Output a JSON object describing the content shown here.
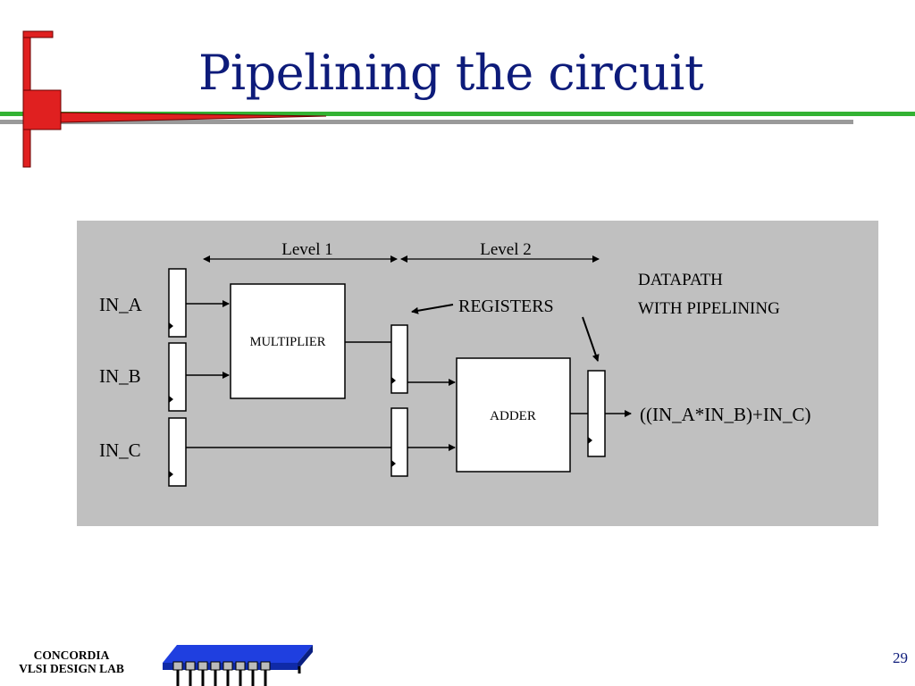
{
  "title": "Pipelining the circuit",
  "diagram": {
    "inputs": [
      "IN_A",
      "IN_B",
      "IN_C"
    ],
    "levels": [
      "Level 1",
      "Level 2"
    ],
    "blocks": {
      "multiplier": "MULTIPLIER",
      "adder": "ADDER"
    },
    "registers_label": "REGISTERS",
    "caption_line1": "DATAPATH",
    "caption_line2": "WITH PIPELINING",
    "output": "((IN_A*IN_B)+IN_C)"
  },
  "footer": {
    "lab_line1": "CONCORDIA",
    "lab_line2": "VLSI DESIGN LAB",
    "page_number": "29"
  },
  "colors": {
    "title": "#0d1b7a",
    "accent_red": "#e02020",
    "accent_green": "#33b233",
    "accent_gray": "#9a9a9a",
    "diagram_bg": "#c0c0c0",
    "chip_blue": "#1f3fe0"
  }
}
